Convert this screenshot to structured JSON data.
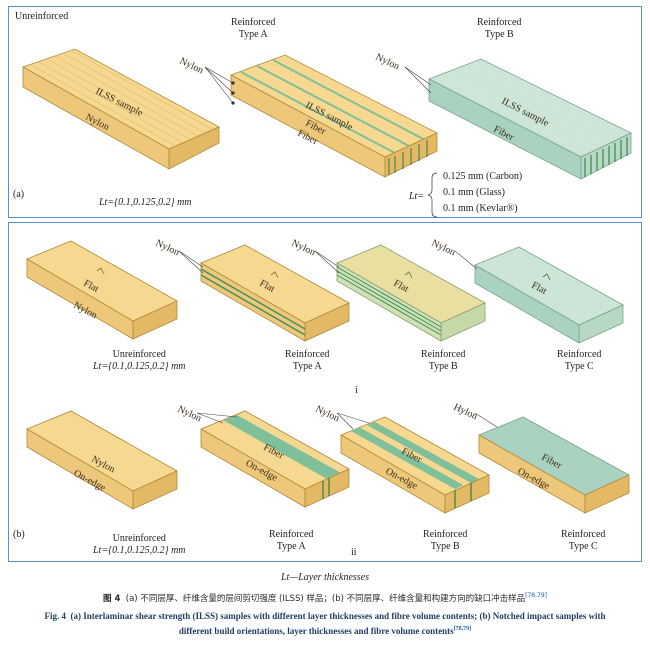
{
  "panel_a": {
    "label": "(a)",
    "col1_title": "Unreinforced",
    "col2_title": [
      "Reinforced",
      "Type A"
    ],
    "col3_title": [
      "Reinforced",
      "Type B"
    ],
    "lt_values": "Lt={0.1,0.125,0.2} mm",
    "lt_symbol": "Lt=",
    "lt_options": [
      "0.125 mm (Carbon)",
      "0.1 mm (Glass)",
      "0.1 mm (Kevlar®)"
    ],
    "block_labels": {
      "ilss": "ILSS sample",
      "nylon": "Nylon",
      "fiber": "Fiber"
    }
  },
  "panel_b": {
    "label": "(b)",
    "sub_i": "i",
    "sub_ii": "ii",
    "row_i": [
      "Unreinforced",
      "Reinforced",
      "Reinforced",
      "Reinforced"
    ],
    "row_i_types": [
      "",
      "Type A",
      "Type B",
      "Type C"
    ],
    "row_ii": [
      "Unreinforced",
      "Reinforced",
      "Reinforced",
      "Reinforced"
    ],
    "row_ii_types": [
      "",
      "Type A",
      "Type B",
      "Type C"
    ],
    "lt_values": "Lt={0.1,0.125,0.2} mm",
    "block_labels": {
      "flat": "Flat",
      "nylon": "Nylon",
      "fiber": "Fiber",
      "on_edge": "On-edge",
      "hylon": "Hylon"
    }
  },
  "legend": "Lt—Layer thicknesses",
  "caption": {
    "zh_prefix": "图 4",
    "zh_text": "(a) 不同层厚、纤维含量的层间剪切强度 (ILSS) 样品；(b) 不同层厚、纤维含量和构建方向的缺口冲击样品",
    "zh_ref": "[78,79]",
    "en_prefix": "Fig. 4",
    "en_line1": "(a) Interlaminar shear strength (ILSS) samples with different layer thicknesses and fibre volume contents; (b) Notched impact samples with",
    "en_line2": "different build orientations, layer thicknesses and fibre volume contents",
    "en_ref": "[78,79]"
  },
  "colors": {
    "nylon": "#f7d890",
    "nylon_side": "#e4b966",
    "nylon_front": "#edc77a",
    "fiber": "#a9d3c0",
    "fiber_dark": "#2f7d4a",
    "border": "#5c8fc4"
  }
}
